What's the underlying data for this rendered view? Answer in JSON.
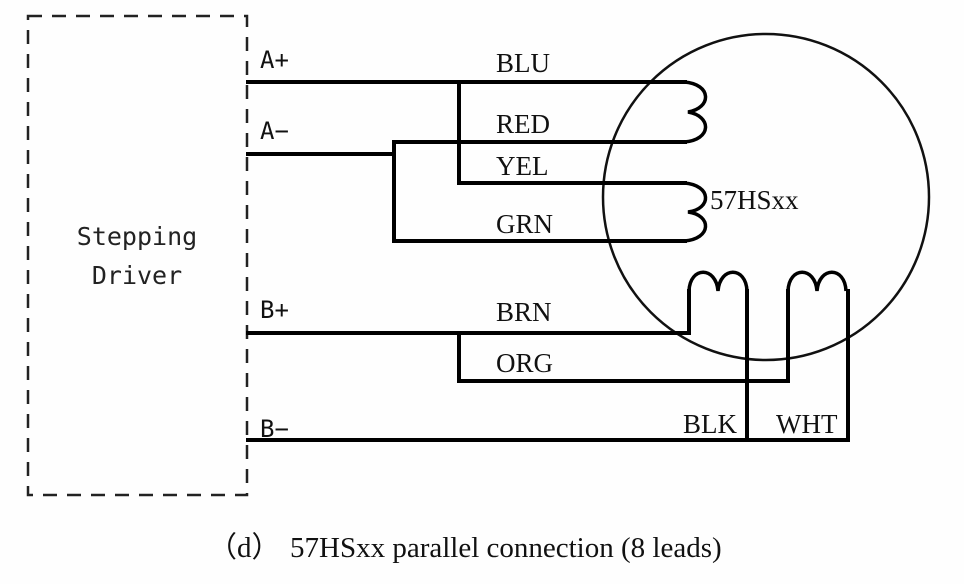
{
  "driver": {
    "title_line1": "Stepping",
    "title_line2": "Driver",
    "terminals": [
      "A+",
      "A−",
      "B+",
      "B−"
    ]
  },
  "motor": {
    "model": "57HSxx",
    "leads": 8,
    "connection": "parallel"
  },
  "wires": {
    "blu": "BLU",
    "red": "RED",
    "yel": "YEL",
    "grn": "GRN",
    "brn": "BRN",
    "org": "ORG",
    "blk": "BLK",
    "wht": "WHT"
  },
  "connections": [
    {
      "terminal": "A+",
      "wires": [
        "BLU",
        "YEL"
      ]
    },
    {
      "terminal": "A−",
      "wires": [
        "RED",
        "GRN"
      ]
    },
    {
      "terminal": "B+",
      "wires": [
        "BRN",
        "ORG"
      ]
    },
    {
      "terminal": "B−",
      "wires": [
        "BLK",
        "WHT"
      ]
    }
  ],
  "caption": {
    "prefix": "（d）",
    "text": "57HSxx parallel connection (8 leads)"
  }
}
